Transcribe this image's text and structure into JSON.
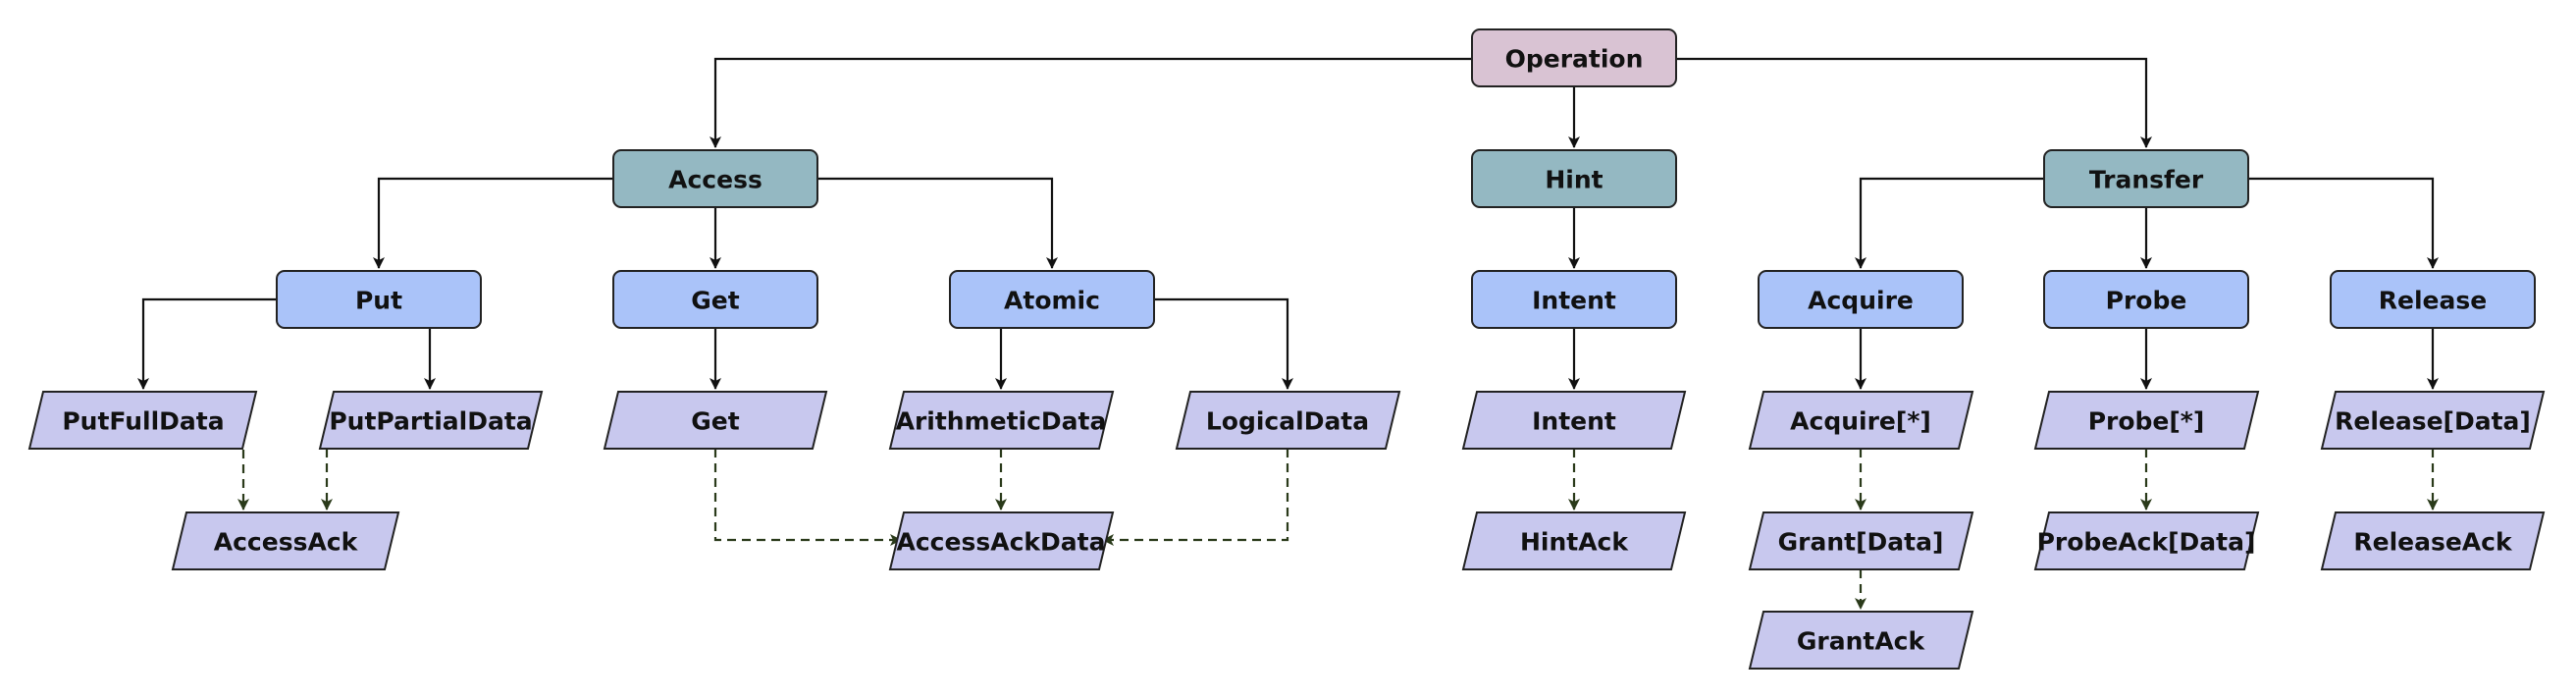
{
  "colors": {
    "root": "#d9c3d3",
    "category": "#94b8c2",
    "operation": "#aac3f9",
    "message": "#c8c8ee",
    "edge": "#111111",
    "dashed_edge": "#2a3a1a"
  },
  "nodes": {
    "operation": "Operation",
    "access": "Access",
    "hint": "Hint",
    "transfer": "Transfer",
    "put": "Put",
    "get": "Get",
    "atomic": "Atomic",
    "intent": "Intent",
    "acquire": "Acquire",
    "probe": "Probe",
    "release": "Release",
    "put_full_data": "PutFullData",
    "put_partial_data": "PutPartialData",
    "get_msg": "Get",
    "arithmetic_data": "ArithmeticData",
    "logical_data": "LogicalData",
    "intent_msg": "Intent",
    "acquire_msg": "Acquire[*]",
    "probe_msg": "Probe[*]",
    "release_data": "Release[Data]",
    "access_ack": "AccessAck",
    "access_ack_data": "AccessAckData",
    "hint_ack": "HintAck",
    "grant_data": "Grant[Data]",
    "probe_ack_data": "ProbeAck[Data]",
    "release_ack": "ReleaseAck",
    "grant_ack": "GrantAck"
  },
  "edges": {
    "solid": [
      [
        "operation",
        "access"
      ],
      [
        "operation",
        "hint"
      ],
      [
        "operation",
        "transfer"
      ],
      [
        "access",
        "put"
      ],
      [
        "access",
        "get"
      ],
      [
        "access",
        "atomic"
      ],
      [
        "hint",
        "intent"
      ],
      [
        "transfer",
        "acquire"
      ],
      [
        "transfer",
        "probe"
      ],
      [
        "transfer",
        "release"
      ],
      [
        "put",
        "put_full_data"
      ],
      [
        "put",
        "put_partial_data"
      ],
      [
        "get",
        "get_msg"
      ],
      [
        "atomic",
        "arithmetic_data"
      ],
      [
        "atomic",
        "logical_data"
      ],
      [
        "intent",
        "intent_msg"
      ],
      [
        "acquire",
        "acquire_msg"
      ],
      [
        "probe",
        "probe_msg"
      ],
      [
        "release",
        "release_data"
      ]
    ],
    "dashed": [
      [
        "put_full_data",
        "access_ack"
      ],
      [
        "put_partial_data",
        "access_ack"
      ],
      [
        "get_msg",
        "access_ack_data"
      ],
      [
        "arithmetic_data",
        "access_ack_data"
      ],
      [
        "logical_data",
        "access_ack_data"
      ],
      [
        "intent_msg",
        "hint_ack"
      ],
      [
        "acquire_msg",
        "grant_data"
      ],
      [
        "grant_data",
        "grant_ack"
      ],
      [
        "probe_msg",
        "probe_ack_data"
      ],
      [
        "release_data",
        "release_ack"
      ]
    ]
  }
}
